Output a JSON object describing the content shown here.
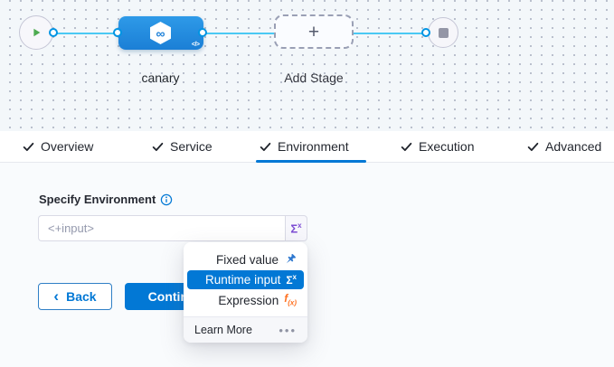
{
  "pipeline": {
    "stage_name": "canary",
    "add_stage_label": "Add Stage"
  },
  "tabs": {
    "items": [
      {
        "label": "Overview",
        "active": false
      },
      {
        "label": "Service",
        "active": false
      },
      {
        "label": "Environment",
        "active": true
      },
      {
        "label": "Execution",
        "active": false
      },
      {
        "label": "Advanced",
        "active": false
      }
    ]
  },
  "form": {
    "label": "Specify Environment",
    "input_value": "<+input>"
  },
  "dropdown": {
    "items": {
      "fixed": "Fixed value",
      "runtime": "Runtime input",
      "expression": "Expression"
    },
    "selected": "Runtime input",
    "learn_more": "Learn More"
  },
  "actions": {
    "back": "Back",
    "continue": "Continue"
  },
  "icons": {
    "sigma": "Σ",
    "sigma_sup": "x",
    "fx": "f",
    "fx_sub": "(x)",
    "infinity": "∞",
    "code": "</>",
    "plus": "+",
    "back_chevron": "‹",
    "more_dots": "•••"
  },
  "colors": {
    "primary": "#0278d5",
    "stage_blue": "#1e87e0",
    "connector": "#4ac9f4",
    "runtime_purple": "#7d4dd3",
    "expression_orange": "#ff7324",
    "play_green": "#4dab50"
  }
}
